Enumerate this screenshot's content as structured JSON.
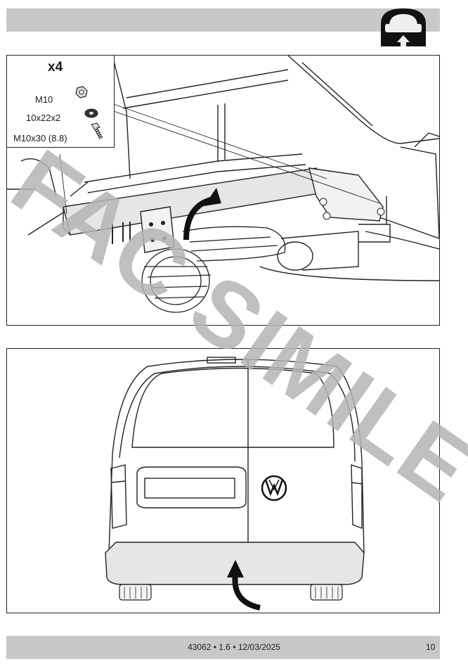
{
  "header": {
    "icon": "car-rear-lift-icon"
  },
  "panel_1": {
    "inset": {
      "quantity": "x4",
      "parts": [
        "M10",
        "10x22x2",
        "M10x30 (8.8)"
      ],
      "icons": [
        "hex-nut-icon",
        "washer-icon",
        "bolt-icon"
      ]
    }
  },
  "panel_2": {
    "emblem": "vw-logo-icon"
  },
  "watermark": {
    "text": "FAC SIMILE"
  },
  "footer": {
    "doc_info": "43062 • 1.6 • 12/03/2025",
    "page_number": "10"
  },
  "colors": {
    "bar": "#c8c8c8",
    "line": "#222222",
    "watermark": "#b4b4b4"
  }
}
